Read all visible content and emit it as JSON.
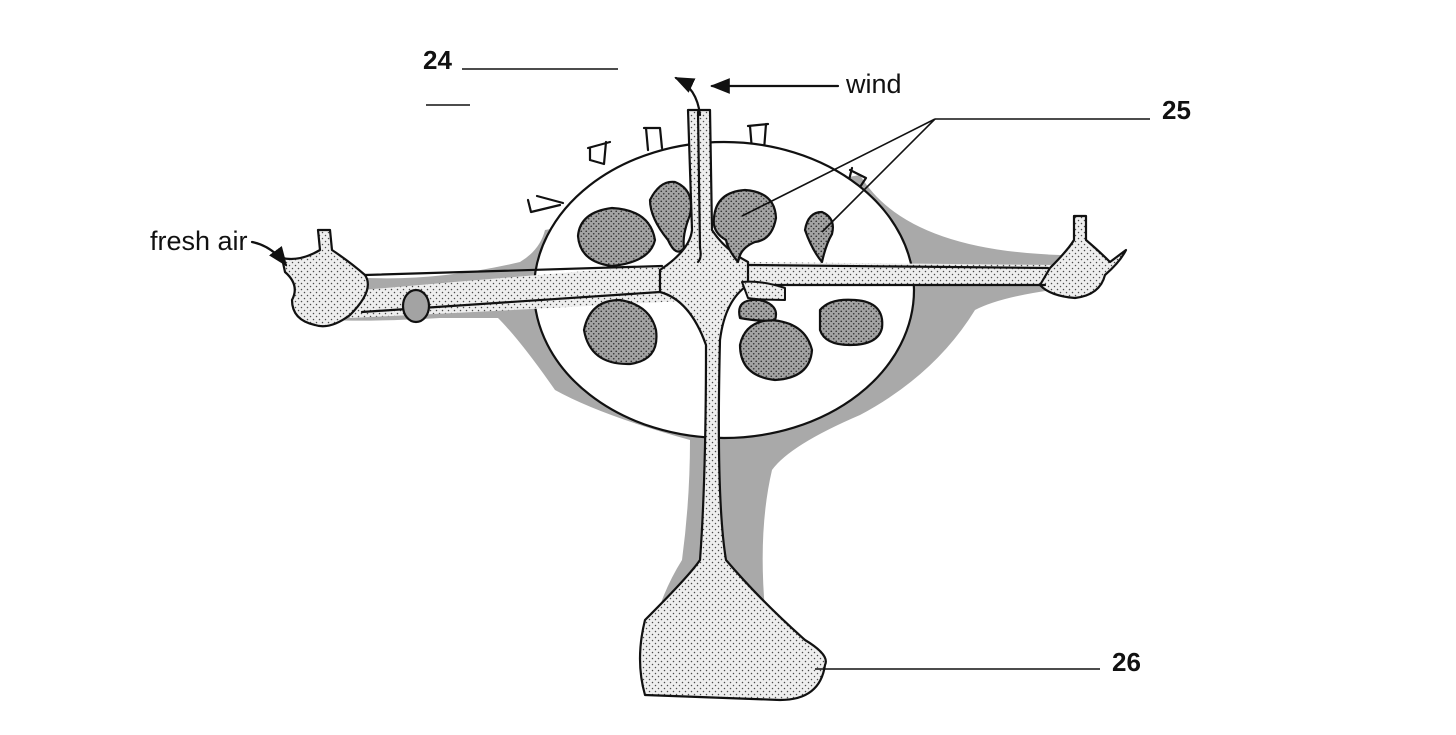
{
  "labels": {
    "wind": "wind",
    "fresh_air": "fresh air",
    "label_24": "24",
    "label_25": "25",
    "label_26": "26"
  },
  "colors": {
    "shadow": "#a9a9a9",
    "outline": "#111111",
    "tunnel_fill": "#eeeeee",
    "tunnel_dot": "#4a4a4a",
    "chamber_fill": "#a3a3a3",
    "chamber_dot": "#2b2b2b",
    "mound_fill": "#ffffff"
  },
  "icons": {
    "arrow": "arrow-head-icon"
  }
}
